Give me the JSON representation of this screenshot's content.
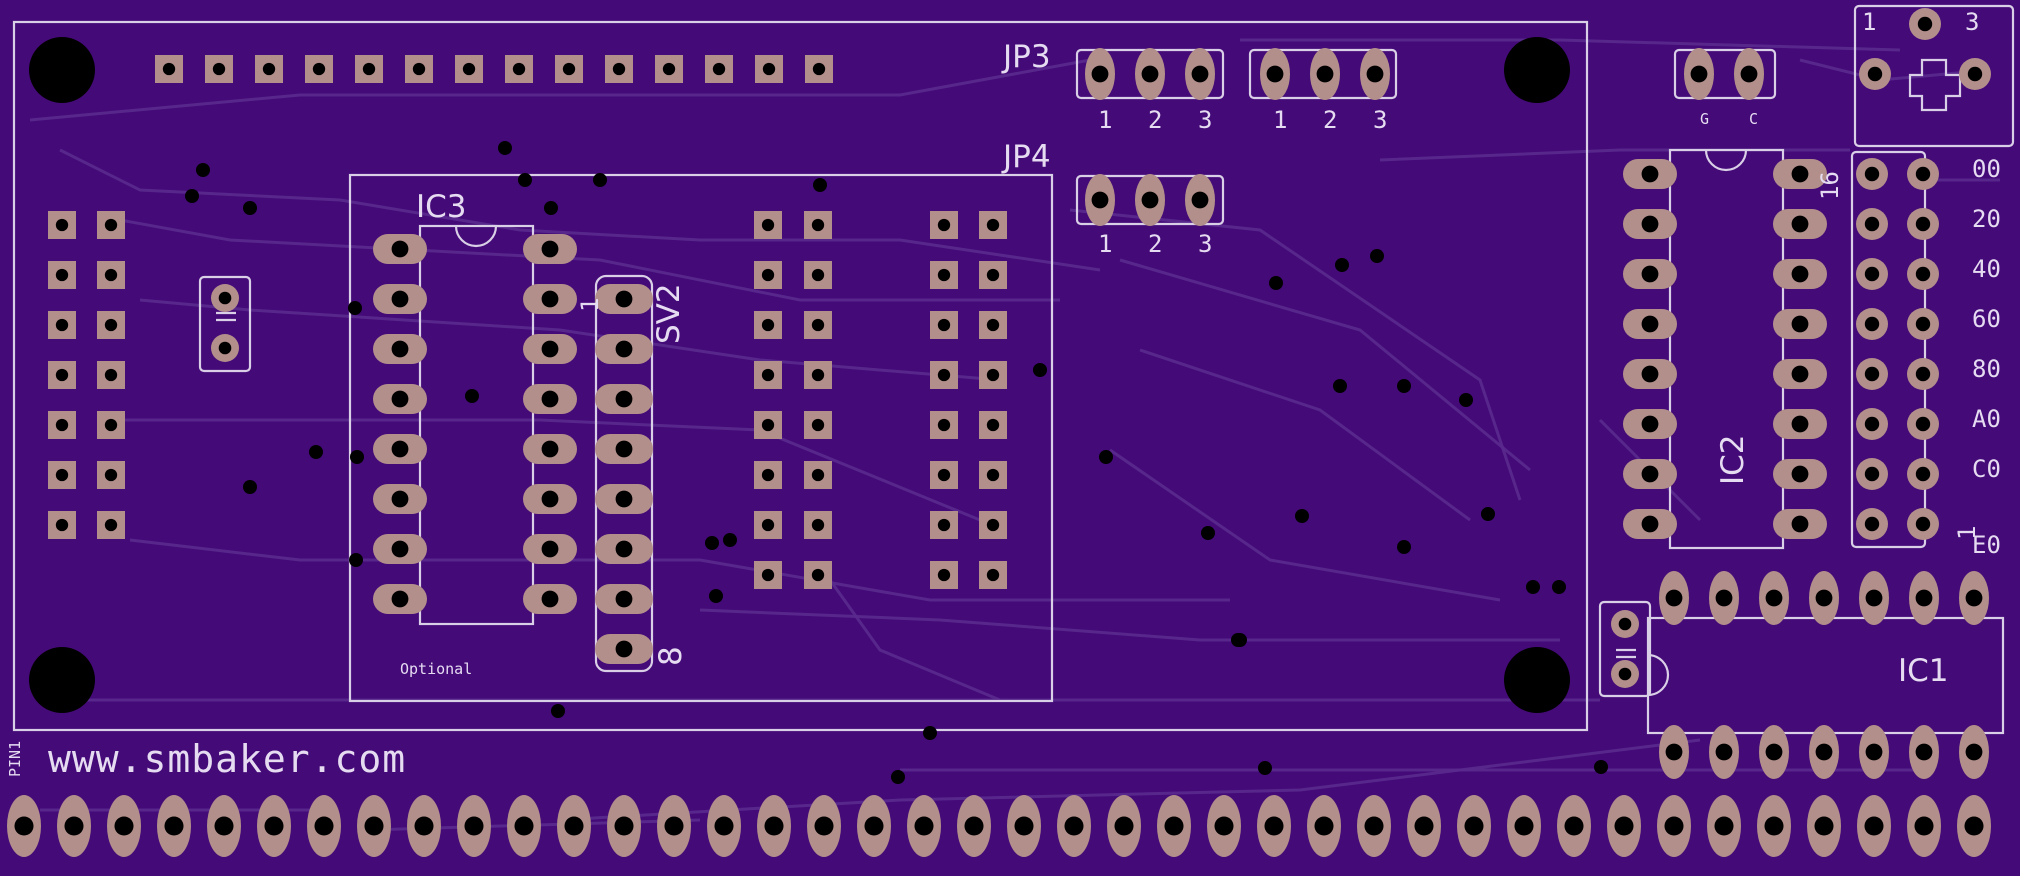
{
  "board": {
    "colors": {
      "soldermask": "#440a78",
      "silkscreen": "#d9cfe6",
      "pad": "#b28f8a",
      "trace": "#5a2a8e",
      "hole": "#000000"
    }
  },
  "labels": {
    "website": "www.smbaker.com",
    "pin1": "PIN1",
    "optional": "Optional",
    "ic3": "IC3",
    "ic2": "IC2",
    "ic1": "IC1",
    "sv2": "SV2",
    "sv2_pin1": "1",
    "sv2_pin8": "8",
    "ic2_pin16": "16",
    "ic2_pin1": "1",
    "jp3": "JP3",
    "jp4": "JP4",
    "jp3_pins": [
      "1",
      "2",
      "3"
    ],
    "jp3b_pins": [
      "1",
      "2",
      "3"
    ],
    "jp4_pins": [
      "1",
      "2",
      "3"
    ],
    "gc": [
      "G",
      "C"
    ],
    "pot": [
      "1",
      "3"
    ],
    "dip_switch": [
      "00",
      "20",
      "40",
      "60",
      "80",
      "A0",
      "C0",
      "E0"
    ]
  }
}
